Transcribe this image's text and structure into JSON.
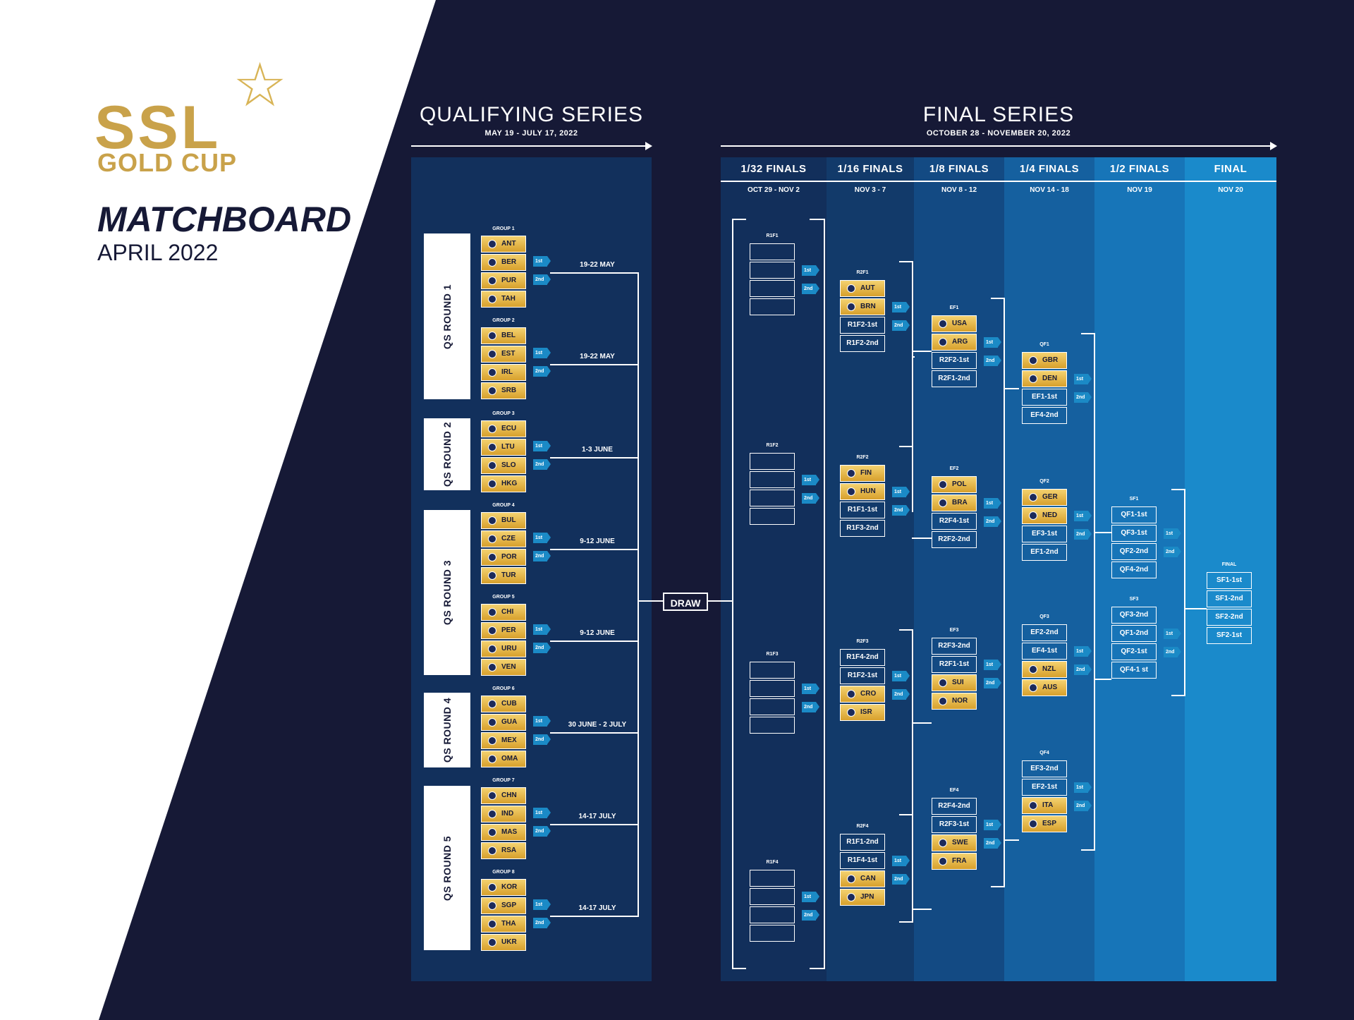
{
  "colors": {
    "navy": "#161936",
    "gold": "#c9a24a",
    "accent": "#1b8ac6"
  },
  "logo": {
    "ssl": "SSL",
    "cup": "GOLD CUP",
    "star_icon": "star-icon"
  },
  "title": "MATCHBOARD",
  "subtitle": "APRIL 2022",
  "qualifying": {
    "title": "QUALIFYING SERIES",
    "dates": "MAY 19 - JULY 17, 2022",
    "rounds": [
      "QS ROUND 1",
      "QS ROUND 2",
      "QS ROUND 3",
      "QS ROUND 4",
      "QS ROUND 5"
    ],
    "groups": [
      {
        "label": "GROUP 1",
        "teams": [
          "ANT",
          "BER",
          "PUR",
          "TAH"
        ],
        "date": "19-22 MAY"
      },
      {
        "label": "GROUP 2",
        "teams": [
          "BEL",
          "EST",
          "IRL",
          "SRB"
        ],
        "date": "19-22 MAY"
      },
      {
        "label": "GROUP 3",
        "teams": [
          "ECU",
          "LTU",
          "SLO",
          "HKG"
        ],
        "date": "1-3 JUNE"
      },
      {
        "label": "GROUP 4",
        "teams": [
          "BUL",
          "CZE",
          "POR",
          "TUR"
        ],
        "date": "9-12 JUNE"
      },
      {
        "label": "GROUP 5",
        "teams": [
          "CHI",
          "PER",
          "URU",
          "VEN"
        ],
        "date": "9-12 JUNE"
      },
      {
        "label": "GROUP 6",
        "teams": [
          "CUB",
          "GUA",
          "MEX",
          "OMA"
        ],
        "date": "30 JUNE - 2 JULY"
      },
      {
        "label": "GROUP 7",
        "teams": [
          "CHN",
          "IND",
          "MAS",
          "RSA"
        ],
        "date": "14-17 JULY"
      },
      {
        "label": "GROUP 8",
        "teams": [
          "KOR",
          "SGP",
          "THA",
          "UKR"
        ],
        "date": "14-17 JULY"
      }
    ]
  },
  "badges": {
    "first": "1st",
    "second": "2nd"
  },
  "draw": "DRAW",
  "final_series": {
    "title": "FINAL SERIES",
    "dates": "OCTOBER 28 - NOVEMBER 20, 2022",
    "columns": [
      {
        "name": "1/32 FINALS",
        "dates": "OCT 29 - NOV 2"
      },
      {
        "name": "1/16 FINALS",
        "dates": "NOV 3 - 7"
      },
      {
        "name": "1/8 FINALS",
        "dates": "NOV 8 - 12"
      },
      {
        "name": "1/4 FINALS",
        "dates": "NOV 14 - 18"
      },
      {
        "name": "1/2 FINALS",
        "dates": "NOV 19"
      },
      {
        "name": "FINAL",
        "dates": "NOV 20"
      }
    ]
  },
  "r1": [
    "R1F1",
    "R1F2",
    "R1F3",
    "R1F4"
  ],
  "r2": [
    {
      "label": "R2F1",
      "slots": [
        [
          "AUT",
          true
        ],
        [
          "BRN",
          true
        ],
        [
          "R1F2-1st",
          false
        ],
        [
          "R1F2-2nd",
          false
        ]
      ]
    },
    {
      "label": "R2F2",
      "slots": [
        [
          "FIN",
          true
        ],
        [
          "HUN",
          true
        ],
        [
          "R1F1-1st",
          false
        ],
        [
          "R1F3-2nd",
          false
        ]
      ]
    },
    {
      "label": "R2F3",
      "slots": [
        [
          "R1F4-2nd",
          false
        ],
        [
          "R1F2-1st",
          false
        ],
        [
          "CRO",
          true
        ],
        [
          "ISR",
          true
        ]
      ]
    },
    {
      "label": "R2F4",
      "slots": [
        [
          "R1F1-2nd",
          false
        ],
        [
          "R1F4-1st",
          false
        ],
        [
          "CAN",
          true
        ],
        [
          "JPN",
          true
        ]
      ]
    }
  ],
  "ef": [
    {
      "label": "EF1",
      "slots": [
        [
          "USA",
          true
        ],
        [
          "ARG",
          true
        ],
        [
          "R2F2-1st",
          false
        ],
        [
          "R2F1-2nd",
          false
        ]
      ]
    },
    {
      "label": "EF2",
      "slots": [
        [
          "POL",
          true
        ],
        [
          "BRA",
          true
        ],
        [
          "R2F4-1st",
          false
        ],
        [
          "R2F2-2nd",
          false
        ]
      ]
    },
    {
      "label": "EF3",
      "slots": [
        [
          "R2F3-2nd",
          false
        ],
        [
          "R2F1-1st",
          false
        ],
        [
          "SUI",
          true
        ],
        [
          "NOR",
          true
        ]
      ]
    },
    {
      "label": "EF4",
      "slots": [
        [
          "R2F4-2nd",
          false
        ],
        [
          "R2F3-1st",
          false
        ],
        [
          "SWE",
          true
        ],
        [
          "FRA",
          true
        ]
      ]
    }
  ],
  "qf": [
    {
      "label": "QF1",
      "slots": [
        [
          "GBR",
          true
        ],
        [
          "DEN",
          true
        ],
        [
          "EF1-1st",
          false
        ],
        [
          "EF4-2nd",
          false
        ]
      ]
    },
    {
      "label": "QF2",
      "slots": [
        [
          "GER",
          true
        ],
        [
          "NED",
          true
        ],
        [
          "EF3-1st",
          false
        ],
        [
          "EF1-2nd",
          false
        ]
      ]
    },
    {
      "label": "QF3",
      "slots": [
        [
          "EF2-2nd",
          false
        ],
        [
          "EF4-1st",
          false
        ],
        [
          "NZL",
          true
        ],
        [
          "AUS",
          true
        ]
      ]
    },
    {
      "label": "QF4",
      "slots": [
        [
          "EF3-2nd",
          false
        ],
        [
          "EF2-1st",
          false
        ],
        [
          "ITA",
          true
        ],
        [
          "ESP",
          true
        ]
      ]
    }
  ],
  "sf": [
    {
      "label": "SF1",
      "slots": [
        "QF1-1st",
        "QF3-1st",
        "QF2-2nd",
        "QF4-2nd"
      ]
    },
    {
      "label": "SF3",
      "slots": [
        "QF3-2nd",
        "QF1-2nd",
        "QF2-1st",
        "QF4-1 st"
      ]
    }
  ],
  "final": {
    "label": "FINAL",
    "slots": [
      "SF1-1st",
      "SF1-2nd",
      "SF2-2nd",
      "SF2-1st"
    ]
  }
}
